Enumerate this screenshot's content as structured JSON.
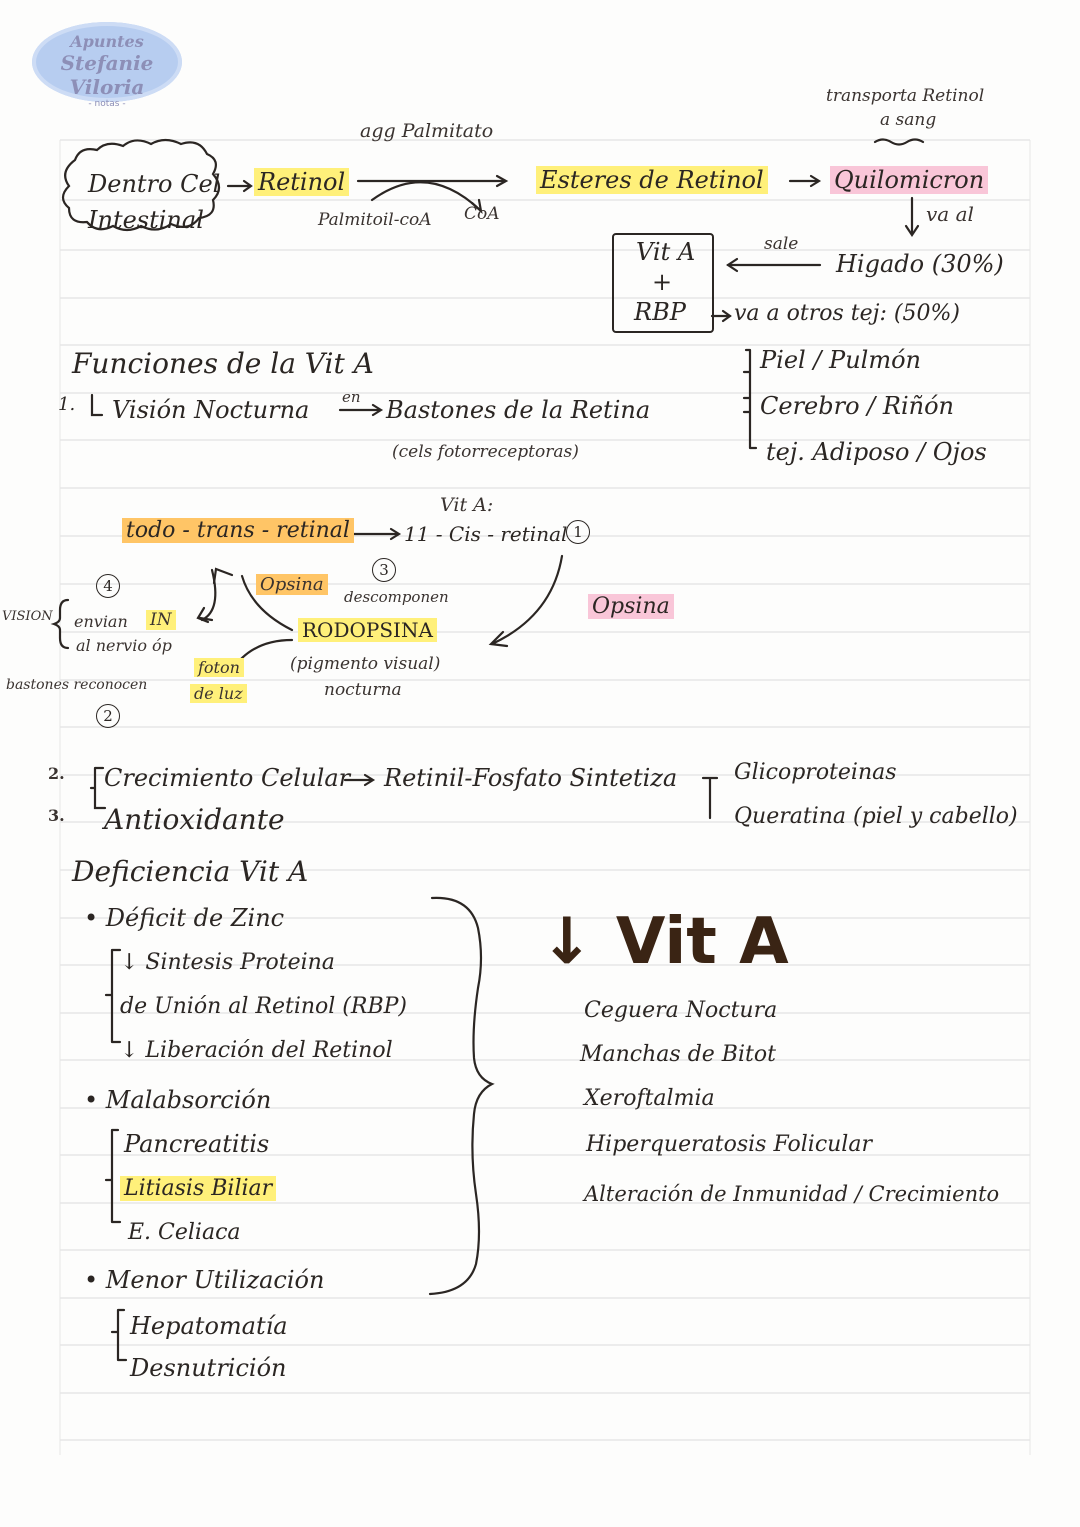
{
  "logo": {
    "line1": "Apuntes",
    "line2": "Stefanie Viloria",
    "line3": "- notas -"
  },
  "top": {
    "transporta": "transporta Retinol",
    "a_sang": "a sang",
    "agg_palmitato": "agg Palmitato",
    "dentro_cel": "Dentro Cel",
    "intestinal": "Intestinal",
    "retinol": "Retinol",
    "palmitoil": "Palmitoil-coA",
    "coa": "CoA",
    "esteres": "Esteres de Retinol",
    "quilomicron": "Quilomicron",
    "va_al": "va al",
    "vit_a": "Vit A",
    "plus": "+",
    "rbp": "RBP",
    "sale": "sale",
    "higado": "Higado (30%)",
    "va_otros": "va a otros tej: (50%)",
    "piel": "Piel / Pulmón",
    "cerebro": "Cerebro / Riñón",
    "tej": "tej. Adiposo / Ojos"
  },
  "funciones": {
    "title": "Funciones de la Vit A",
    "n1": "1.",
    "vision": "Visión Nocturna",
    "en": "en",
    "bastones": "Bastones de la Retina",
    "cels": "(cels fotorreceptoras)"
  },
  "cycle": {
    "vit_a": "Vit A:",
    "todo_trans": "todo - trans - retinal",
    "cis": "11 - Cis - retinal",
    "n1": "1",
    "n3": "3",
    "descomponen": "descomponen",
    "opsina_left": "Opsina",
    "opsina_right": "Opsina",
    "n4": "4",
    "vision": "VISION",
    "envian": "envian",
    "in": "IN",
    "al_nervio": "al nervio óp",
    "rodopsina": "RODOPSINA",
    "pigmento": "(pigmento visual)",
    "nocturna": "nocturna",
    "foton": "foton",
    "de_luz": "de luz",
    "bastones_reconocen": "bastones reconocen",
    "n2": "2"
  },
  "funciones2": {
    "n2": "2.",
    "n3": "3.",
    "crecimiento": "Crecimiento Celular",
    "retinil": "Retinil-Fosfato Sintetiza",
    "glico": "Glicoproteinas",
    "queratina": "Queratina (piel y cabello)",
    "antioxidante": "Antioxidante"
  },
  "deficiencia": {
    "title": "Deficiencia Vit A",
    "zinc": "Déficit de Zinc",
    "sintesis": "↓ Sintesis Proteina",
    "union": "de Unión al Retinol (RBP)",
    "liberacion": "↓ Liberación del Retinol",
    "malabsorcion": "Malabsorción",
    "pancreatitis": "Pancreatitis",
    "litiasis": "Litiasis Biliar",
    "celiaca": "E. Celiaca",
    "menor": "Menor Utilización",
    "hepatomatia": "Hepatomatía",
    "desnutricion": "Desnutrición",
    "big": "↓ Vit A",
    "effects": [
      "Ceguera Noctura",
      "Manchas de Bitot",
      "Xeroftalmia",
      "Hiperqueratosis Folicular",
      "Alteración de Inmunidad / Crecimiento"
    ]
  }
}
